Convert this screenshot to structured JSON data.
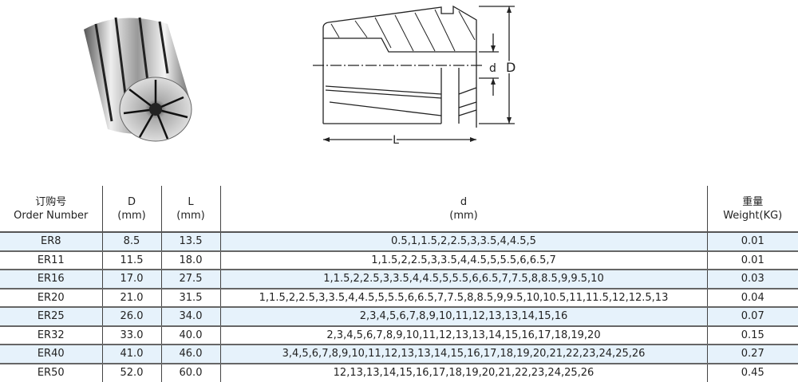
{
  "drawing_labels": {
    "d": "d",
    "D": "D",
    "L": "L"
  },
  "table": {
    "headers": [
      {
        "cn": "订购号",
        "en": "Order Number"
      },
      {
        "cn": "D",
        "en": "(mm)"
      },
      {
        "cn": "L",
        "en": "(mm)"
      },
      {
        "cn": "d",
        "en": "(mm)"
      },
      {
        "cn": "重量",
        "en": "Weight(KG)"
      }
    ],
    "rows": [
      [
        "ER8",
        "8.5",
        "13.5",
        "0.5,1,1.5,2,2.5,3,3.5,4,4.5,5",
        "0.01"
      ],
      [
        "ER11",
        "11.5",
        "18.0",
        "1,1.5,2,2.5,3,3.5,4,4.5,5,5.5,6,6.5,7",
        "0.01"
      ],
      [
        "ER16",
        "17.0",
        "27.5",
        "1,1.5,2,2.5,3,3.5,4,4.5,5,5.5,6,6.5,7,7.5,8,8.5,9,9.5,10",
        "0.03"
      ],
      [
        "ER20",
        "21.0",
        "31.5",
        "1,1.5,2,2.5,3,3.5,4,4.5,5,5.5,6,6.5,7,7.5,8,8.5,9,9.5,10,10.5,11,11.5,12,12.5,13",
        "0.04"
      ],
      [
        "ER25",
        "26.0",
        "34.0",
        "2,3,4,5,6,7,8,9,10,11,12,13,13,14,15,16",
        "0.07"
      ],
      [
        "ER32",
        "33.0",
        "40.0",
        "2,3,4,5,6,7,8,9,10,11,12,13,13,14,15,16,17,18,19,20",
        "0.15"
      ],
      [
        "ER40",
        "41.0",
        "46.0",
        "3,4,5,6,7,8,9,10,11,12,13,13,14,15,16,17,18,19,20,21,22,23,24,25,26",
        "0.27"
      ],
      [
        "ER50",
        "52.0",
        "60.0",
        "12,13,13,14,15,16,17,18,19,20,21,22,23,24,25,26",
        "0.45"
      ]
    ]
  }
}
